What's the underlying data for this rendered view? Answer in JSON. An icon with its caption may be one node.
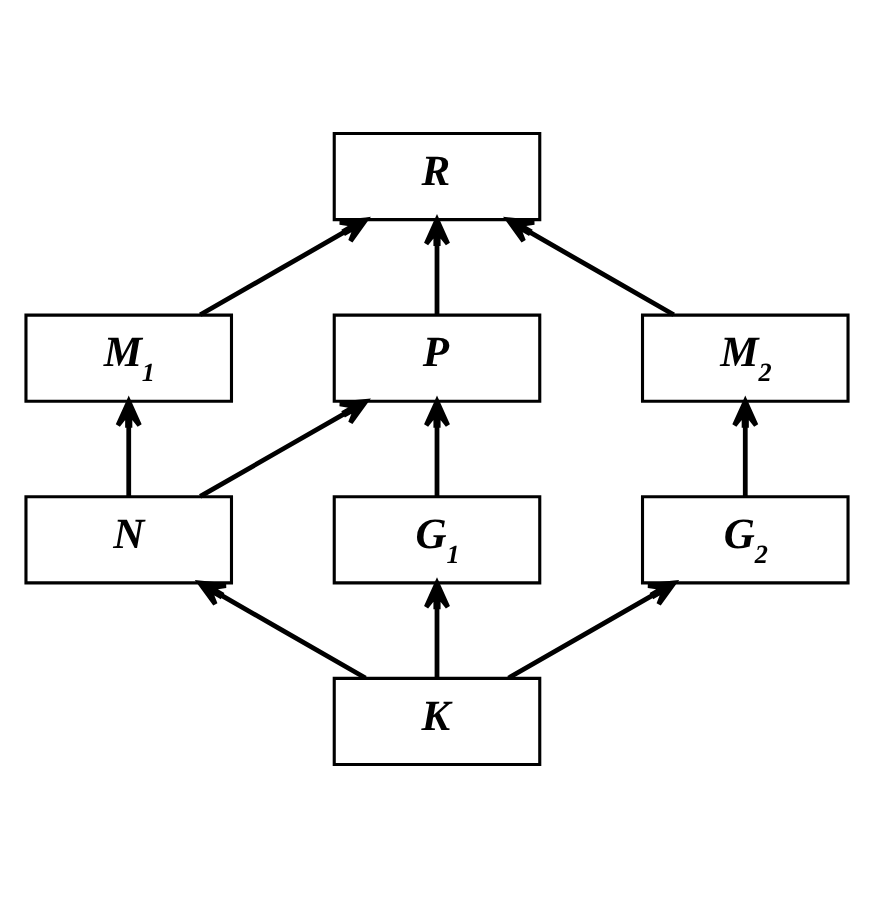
{
  "diagram": {
    "nodes": [
      {
        "text": [
          "R"
        ]
      },
      {
        "text": [
          "M$_{1}$"
        ]
      },
      {
        "text": [
          "P"
        ]
      },
      {
        "text": [
          "M$_{2}$"
        ]
      },
      {
        "text": [
          "N"
        ]
      },
      {
        "text": [
          "G$_{1}$"
        ]
      },
      {
        "text": [
          "G$_{2}$"
        ]
      },
      {
        "text": [
          "K"
        ]
      }
    ],
    "edges": [
      {
        "from": 7,
        "to": 4,
        "arrow": "to"
      },
      {
        "from": 7,
        "to": 5,
        "arrow": "to"
      },
      {
        "from": 7,
        "to": 6,
        "arrow": "to"
      },
      {
        "from": 4,
        "to": 1,
        "arrow": "to"
      },
      {
        "from": 4,
        "to": 2,
        "arrow": "to"
      },
      {
        "from": 5,
        "to": 2,
        "arrow": "to"
      },
      {
        "from": 6,
        "to": 3,
        "arrow": "to"
      },
      {
        "from": 1,
        "to": 0,
        "arrow": "to"
      },
      {
        "from": 2,
        "to": 0,
        "arrow": "to"
      },
      {
        "from": 3,
        "to": 0,
        "arrow": "to"
      }
    ]
  }
}
